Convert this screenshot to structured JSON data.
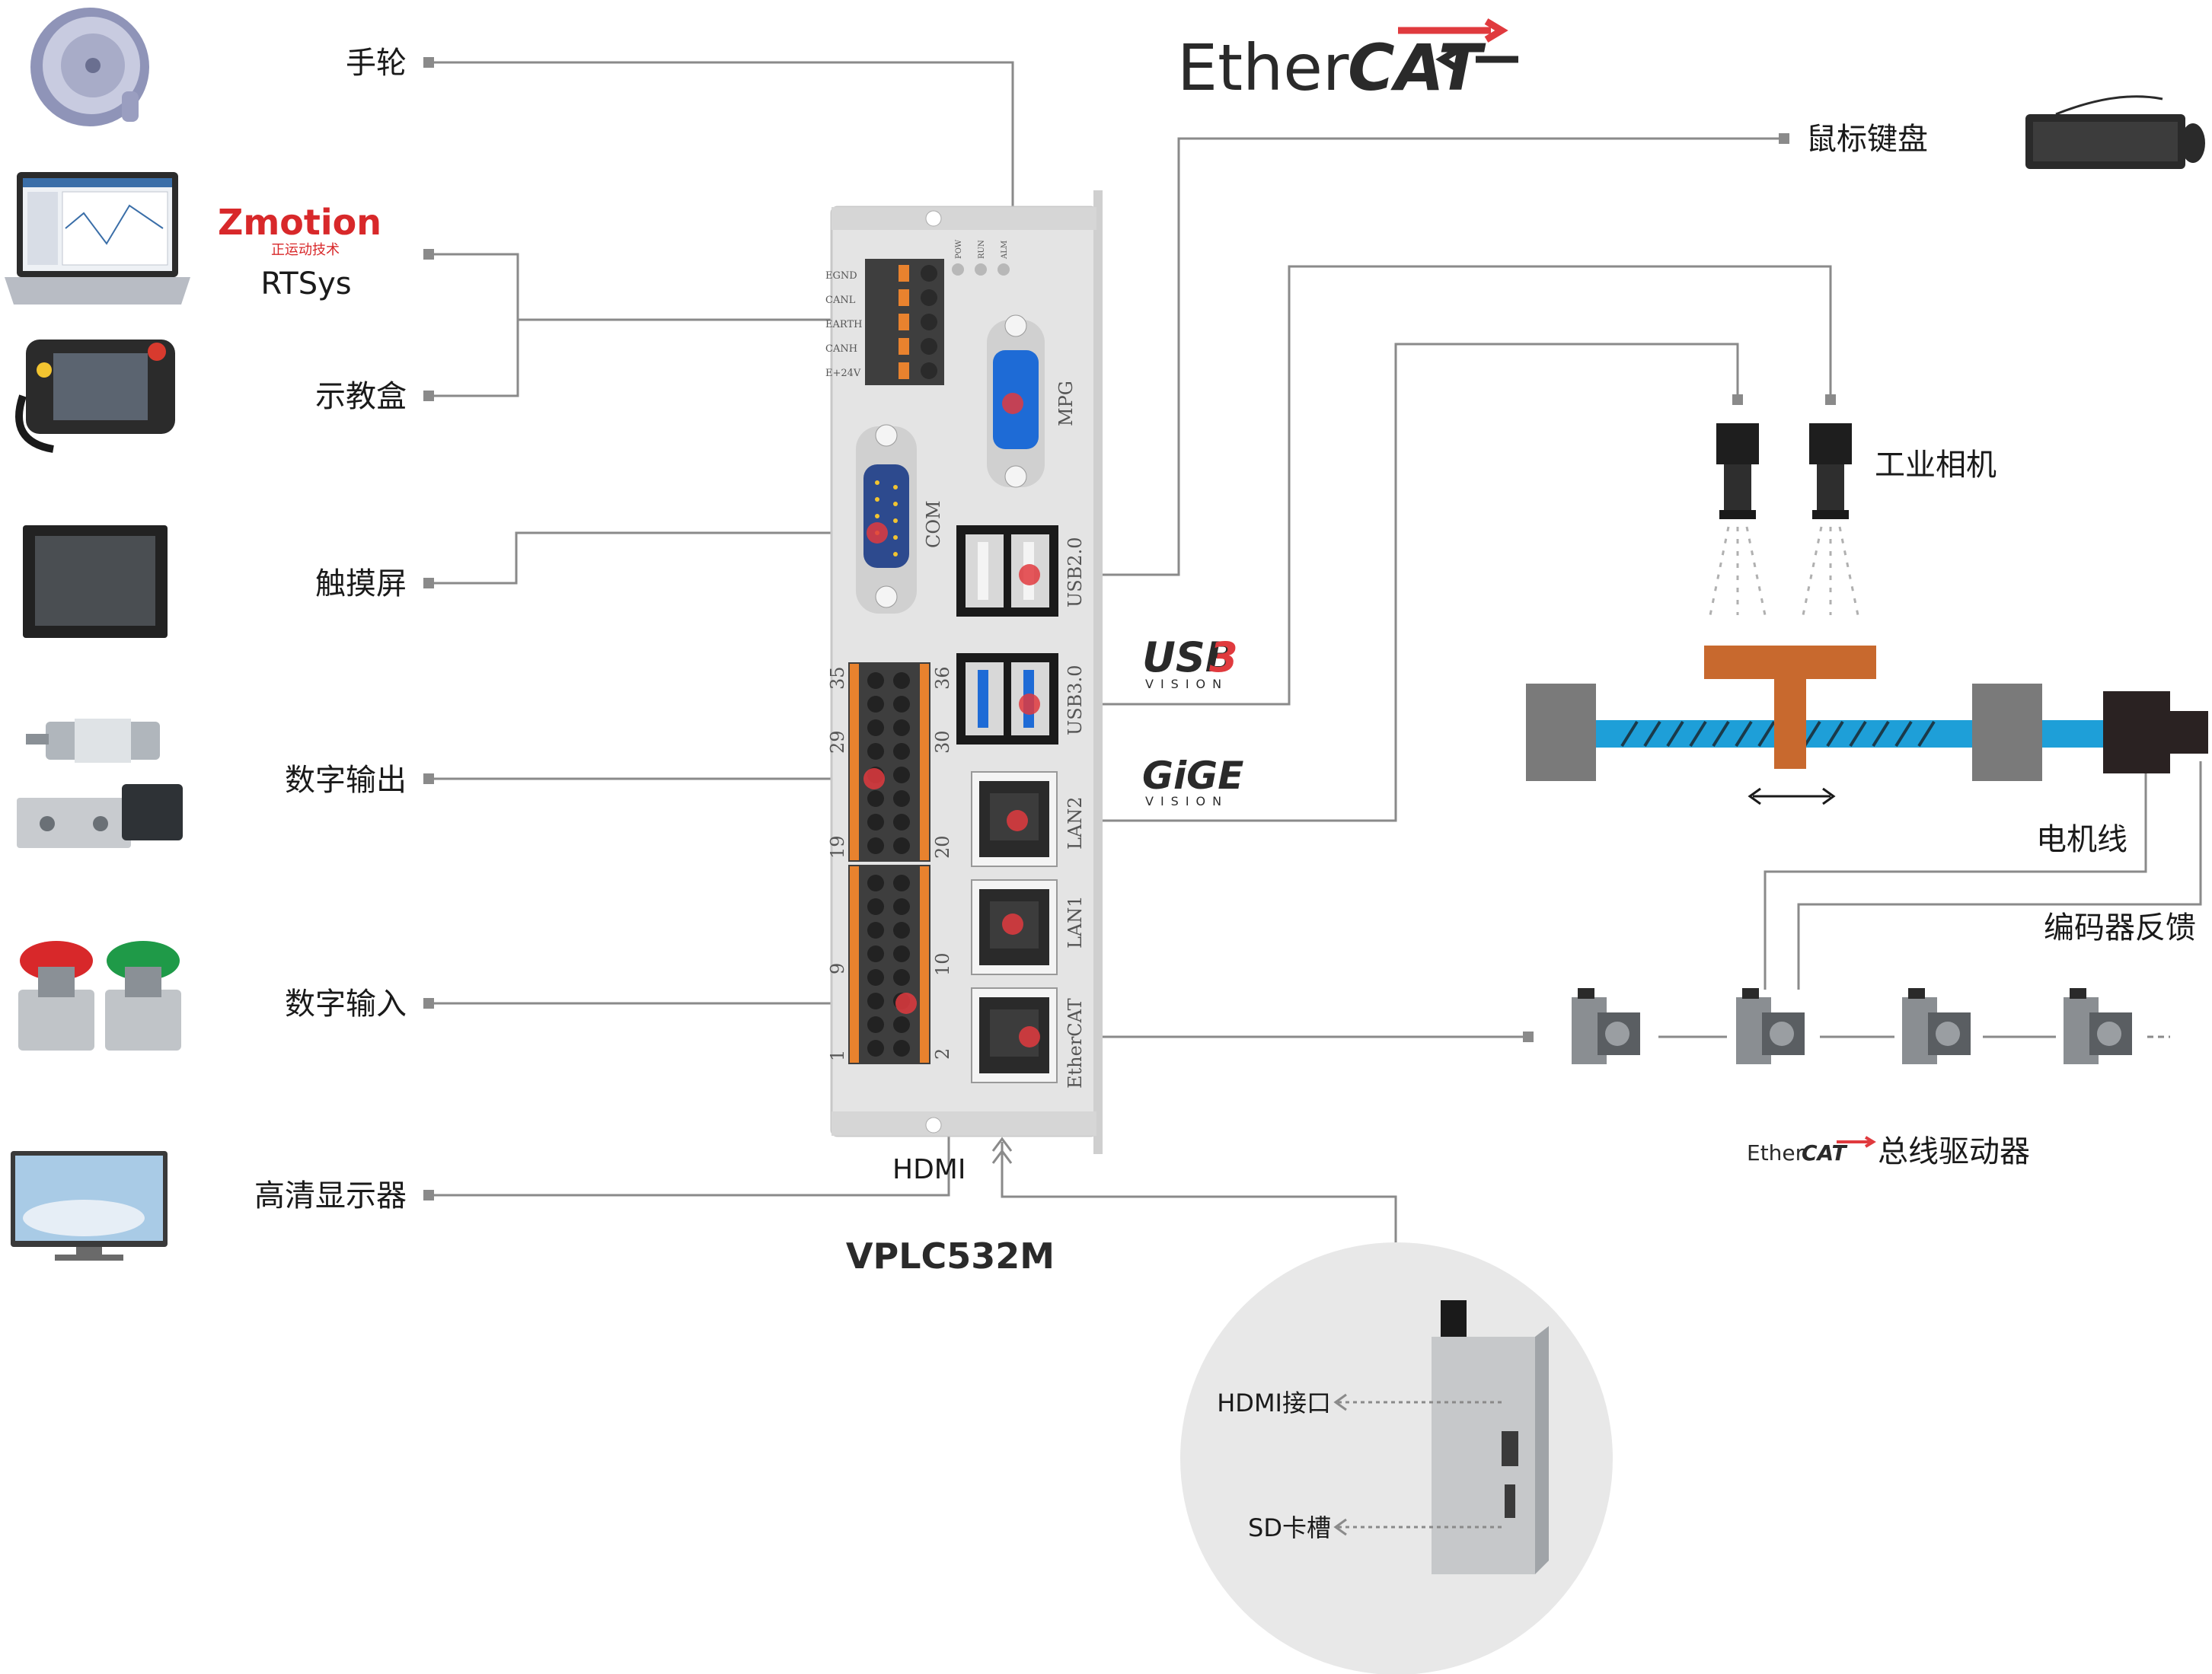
{
  "logos": {
    "ethercat_main": {
      "text_light": "Ether",
      "text_bold": "CAT"
    },
    "zmotion": {
      "name": "Zmotion",
      "sub": "正运动技术"
    },
    "usb3": {
      "text": "USB",
      "sub": "VISION"
    },
    "gige": {
      "text": "GiGE",
      "sub": "VISION"
    },
    "ethercat_small": {
      "text_light": "Ether",
      "text_bold": "CAT"
    }
  },
  "left_devices": {
    "handwheel": "手轮",
    "rtsys": "RTSys",
    "teach_pendant": "示教盒",
    "touchscreen": "触摸屏",
    "digital_output": "数字输出",
    "digital_input": "数字输入",
    "hd_display": "高清显示器"
  },
  "right_devices": {
    "mouse_keyboard": "鼠标键盘",
    "industrial_camera": "工业相机",
    "motor_cable": "电机线",
    "encoder_feedback": "编码器反馈",
    "bus_driver": "总线驱动器"
  },
  "controller": {
    "model": "VPLC532M",
    "hdmi_label": "HDMI",
    "terminal_labels": [
      "EGND",
      "CANL",
      "EARTH",
      "CANH",
      "E+24V"
    ],
    "led_labels": [
      "POW",
      "RUN",
      "ALM"
    ],
    "port_labels": {
      "mpg": "MPG",
      "com": "COM",
      "usb2": "USB2.0",
      "usb3": "USB3.0",
      "lan2": "LAN2",
      "lan1": "LAN1",
      "ethercat": "EtherCAT"
    },
    "io_numbers": {
      "n35": "35",
      "n36": "36",
      "n29": "29",
      "n30": "30",
      "n19": "19",
      "n20": "20",
      "n9": "9",
      "n10": "10",
      "n1": "1",
      "n2": "2"
    }
  },
  "detail": {
    "hdmi_port": "HDMI接口",
    "sd_slot": "SD卡槽"
  },
  "colors": {
    "wire": "#8a8a8a",
    "terminal_orange": "#e8822e",
    "port_blue": "#1e6bd6",
    "ethercat_red": "#e03a3e",
    "screw_blue": "#22a8e0",
    "slider_orange": "#c8692e",
    "housing": "#e4e4e4"
  }
}
